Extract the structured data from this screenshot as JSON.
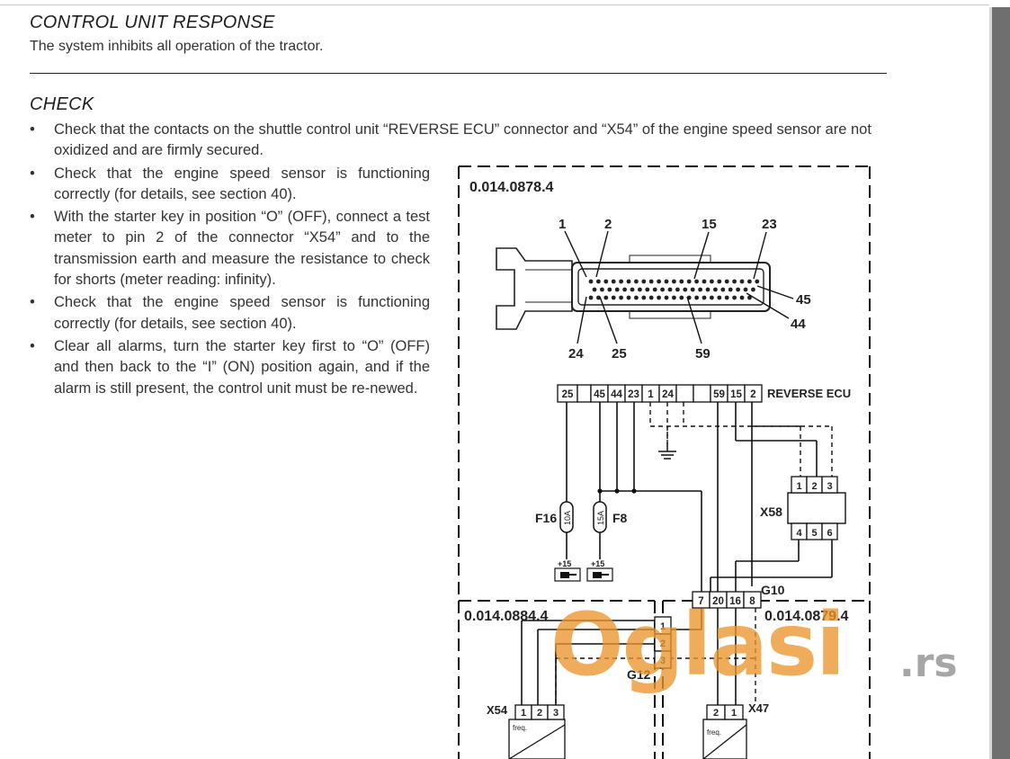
{
  "response": {
    "heading": "CONTROL UNIT RESPONSE",
    "text": "The system inhibits all operation of the tractor."
  },
  "check": {
    "heading": "CHECK",
    "items": [
      "Check that the contacts on the shuttle control unit “REVERSE ECU” connector and “X54” of the engine speed sensor are not oxidized and are firmly secured.",
      "Check that the engine speed sensor is functioning correctly (for details, see section 40).",
      "With the starter key in position “O” (OFF), connect a test meter to pin 2 of the connector “X54” and to the transmission earth and measure the resistance to check for shorts (meter reading: infinity).",
      "Check that the engine speed sensor is functioning correctly (for details, see section 40).",
      "Clear all alarms, turn the starter key first to “O” (OFF) and then back to the “I” (ON) position again, and if the alarm is still present, the control unit must be re-newed."
    ]
  },
  "diagram": {
    "ref_main": "0.014.0878.4",
    "ref_left": "0.014.0884.4",
    "ref_right": "0.014.0879.4",
    "connector_pins": {
      "top": [
        "1",
        "2",
        "15",
        "23"
      ],
      "side": [
        "45",
        "44"
      ],
      "bottom": [
        "24",
        "25",
        "59"
      ]
    },
    "ecu_label": "REVERSE ECU",
    "ecu_pins": [
      "25",
      "",
      "45",
      "44",
      "23",
      "1",
      "24",
      "",
      "",
      "59",
      "15",
      "2"
    ],
    "fuse_f16": {
      "name": "F16",
      "rating": "10A",
      "supply": "+15"
    },
    "fuse_f8": {
      "name": "F8",
      "rating": "15A",
      "supply": "+15"
    },
    "x58": {
      "name": "X58",
      "top_pins": [
        "1",
        "2",
        "3"
      ],
      "bottom_pins": [
        "4",
        "5",
        "6"
      ]
    },
    "g10": {
      "name": "G10",
      "pins": [
        "7",
        "20",
        "16",
        "8"
      ]
    },
    "g12": {
      "name": "G12",
      "pins": [
        "1",
        "2",
        "3"
      ]
    },
    "x54": {
      "name": "X54",
      "pins": [
        "1",
        "2",
        "3"
      ],
      "sensor_text": "freq."
    },
    "x47": {
      "name": "X47",
      "pins": [
        "2",
        "1"
      ],
      "sensor_text": "freq."
    }
  },
  "watermark": {
    "text": "Oglasi",
    "suffix": ".rs",
    "color": "#eb962d"
  }
}
